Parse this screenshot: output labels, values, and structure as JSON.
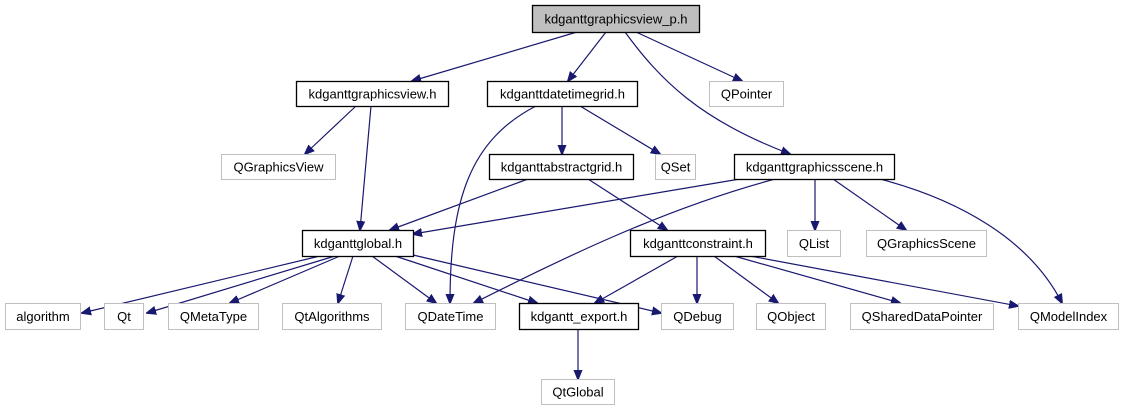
{
  "title": "kdganttgraphicsview_p.h include dependency graph",
  "colors": {
    "edge": "#191970",
    "root_fill": "#bfbfbf",
    "root_border": "#000000",
    "documented_border": "#000000",
    "external_border": "#bfbfbf",
    "node_fill": "#ffffff"
  },
  "nodes": [
    {
      "id": "root",
      "label": "kdganttgraphicsview_p.h",
      "kind": "root"
    },
    {
      "id": "graphicsview",
      "label": "kdganttgraphicsview.h",
      "kind": "documented"
    },
    {
      "id": "datetimegrid",
      "label": "kdganttdatetimegrid.h",
      "kind": "documented"
    },
    {
      "id": "qpointer",
      "label": "QPointer",
      "kind": "external"
    },
    {
      "id": "qgraphicsview",
      "label": "QGraphicsView",
      "kind": "external"
    },
    {
      "id": "abstractgrid",
      "label": "kdganttabstractgrid.h",
      "kind": "documented"
    },
    {
      "id": "qset",
      "label": "QSet",
      "kind": "external"
    },
    {
      "id": "graphicsscene",
      "label": "kdganttgraphicsscene.h",
      "kind": "documented"
    },
    {
      "id": "global",
      "label": "kdganttglobal.h",
      "kind": "documented"
    },
    {
      "id": "constraint",
      "label": "kdganttconstraint.h",
      "kind": "documented"
    },
    {
      "id": "qlist",
      "label": "QList",
      "kind": "external"
    },
    {
      "id": "qgraphicsscene",
      "label": "QGraphicsScene",
      "kind": "external"
    },
    {
      "id": "algorithm",
      "label": "algorithm",
      "kind": "external"
    },
    {
      "id": "qt",
      "label": "Qt",
      "kind": "external"
    },
    {
      "id": "qmetatype",
      "label": "QMetaType",
      "kind": "external"
    },
    {
      "id": "qtalgorithms",
      "label": "QtAlgorithms",
      "kind": "external"
    },
    {
      "id": "qdatetime",
      "label": "QDateTime",
      "kind": "external"
    },
    {
      "id": "export",
      "label": "kdgantt_export.h",
      "kind": "documented"
    },
    {
      "id": "qdebug",
      "label": "QDebug",
      "kind": "external"
    },
    {
      "id": "qobject",
      "label": "QObject",
      "kind": "external"
    },
    {
      "id": "qshareddatapointer",
      "label": "QSharedDataPointer",
      "kind": "external"
    },
    {
      "id": "qmodelindex",
      "label": "QModelIndex",
      "kind": "external"
    },
    {
      "id": "qtglobal",
      "label": "QtGlobal",
      "kind": "external"
    }
  ],
  "edges": [
    {
      "from": "root",
      "to": "graphicsview"
    },
    {
      "from": "root",
      "to": "datetimegrid"
    },
    {
      "from": "root",
      "to": "qpointer"
    },
    {
      "from": "root",
      "to": "graphicsscene"
    },
    {
      "from": "graphicsview",
      "to": "qgraphicsview"
    },
    {
      "from": "graphicsview",
      "to": "global"
    },
    {
      "from": "datetimegrid",
      "to": "abstractgrid"
    },
    {
      "from": "datetimegrid",
      "to": "qset"
    },
    {
      "from": "datetimegrid",
      "to": "qdatetime"
    },
    {
      "from": "abstractgrid",
      "to": "global"
    },
    {
      "from": "abstractgrid",
      "to": "constraint"
    },
    {
      "from": "graphicsscene",
      "to": "global"
    },
    {
      "from": "graphicsscene",
      "to": "qdatetime"
    },
    {
      "from": "graphicsscene",
      "to": "qlist"
    },
    {
      "from": "graphicsscene",
      "to": "qgraphicsscene"
    },
    {
      "from": "graphicsscene",
      "to": "qmodelindex"
    },
    {
      "from": "global",
      "to": "algorithm"
    },
    {
      "from": "global",
      "to": "qt"
    },
    {
      "from": "global",
      "to": "qmetatype"
    },
    {
      "from": "global",
      "to": "qtalgorithms"
    },
    {
      "from": "global",
      "to": "qdatetime"
    },
    {
      "from": "global",
      "to": "export"
    },
    {
      "from": "global",
      "to": "qdebug"
    },
    {
      "from": "constraint",
      "to": "export"
    },
    {
      "from": "constraint",
      "to": "qdebug"
    },
    {
      "from": "constraint",
      "to": "qobject"
    },
    {
      "from": "constraint",
      "to": "qshareddatapointer"
    },
    {
      "from": "constraint",
      "to": "qmodelindex"
    },
    {
      "from": "export",
      "to": "qtglobal"
    }
  ]
}
